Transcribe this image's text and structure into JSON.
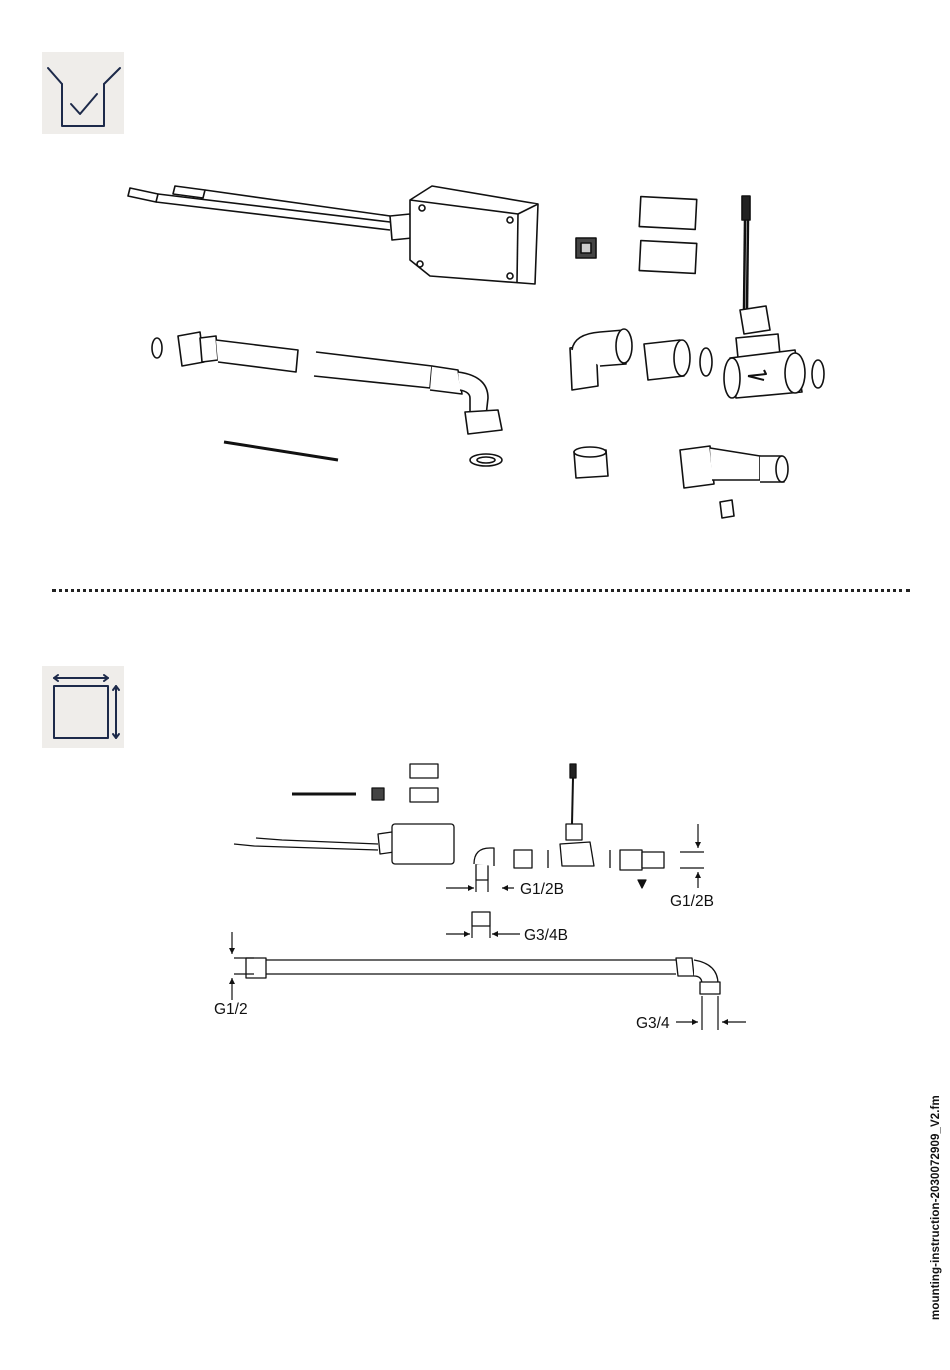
{
  "dimensions": {
    "g12b_left": "G1/2B",
    "g12b_right": "G1/2B",
    "g34b": "G3/4B",
    "g12": "G1/2",
    "g34": "G3/4"
  },
  "footer": {
    "filename": "mounting-instruction-2030072909_V2.fm"
  }
}
